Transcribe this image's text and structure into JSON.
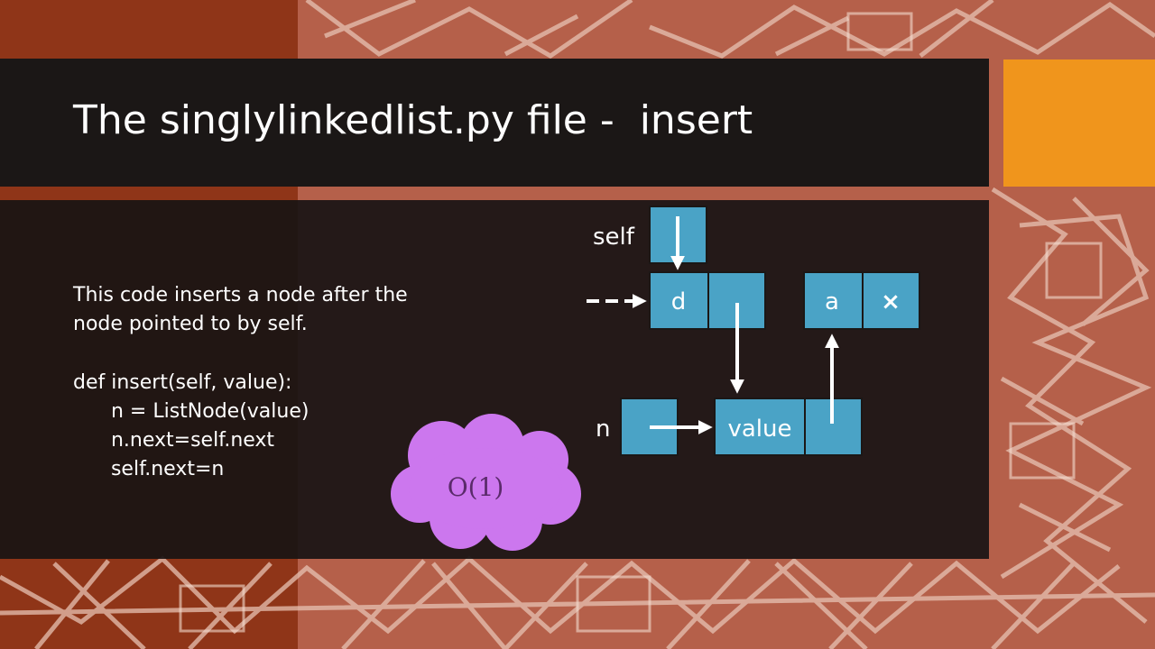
{
  "slide": {
    "title": "The singlylinkedlist.py file -  insert",
    "description": [
      "This code inserts a node after the",
      "node pointed to by self."
    ],
    "code": [
      "def insert(self, value):",
      "      n = ListNode(value)",
      "      n.next=self.next",
      "      self.next=n"
    ]
  },
  "diagram": {
    "self_label": "self",
    "n_label": "n",
    "node_d_value": "d",
    "node_a_value": "a",
    "null_marker": "×",
    "new_node_value": "value",
    "complexity": "O(1)"
  },
  "colors": {
    "title_bar": "#1b1716",
    "accent": "#f0951c",
    "node_fill": "#4aa3c6",
    "cloud_fill": "#cc77ee",
    "background": "#b5604a"
  }
}
